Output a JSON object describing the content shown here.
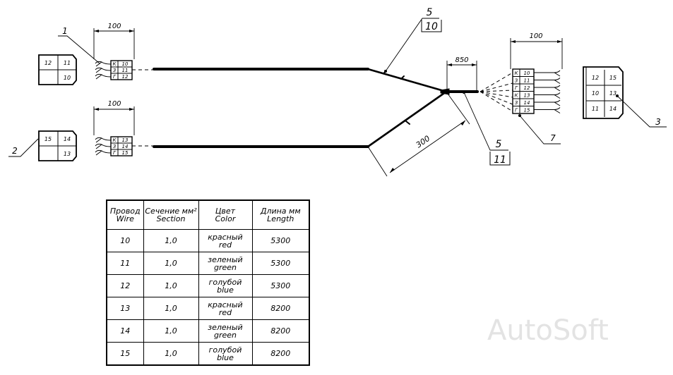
{
  "diagram": {
    "callouts": {
      "c1": "1",
      "c2": "2",
      "c3": "3",
      "c5a_top": "5",
      "c5a_bottom": "10",
      "c5b_top": "5",
      "c5b_bottom": "11",
      "c7": "7"
    },
    "dimensions": {
      "d1": "100",
      "d2": "100",
      "d3": "100",
      "d850": "850",
      "d300": "300"
    },
    "connector1": {
      "cells": [
        "12",
        "11",
        "10"
      ]
    },
    "connector2": {
      "cells": [
        "15",
        "14",
        "13"
      ]
    },
    "connector3": {
      "cells": [
        "12",
        "15",
        "10",
        "13",
        "11",
        "14"
      ]
    },
    "terminals_top": [
      {
        "code": "К",
        "num": "10"
      },
      {
        "code": "З",
        "num": "11"
      },
      {
        "code": "Г",
        "num": "12"
      }
    ],
    "terminals_bottom": [
      {
        "code": "К",
        "num": "13"
      },
      {
        "code": "З",
        "num": "14"
      },
      {
        "code": "Г",
        "num": "15"
      }
    ],
    "terminals_right": [
      {
        "code": "К",
        "num": "10"
      },
      {
        "code": "З",
        "num": "11"
      },
      {
        "code": "Г",
        "num": "12"
      },
      {
        "code": "К",
        "num": "13"
      },
      {
        "code": "З",
        "num": "14"
      },
      {
        "code": "Г",
        "num": "15"
      }
    ]
  },
  "table": {
    "headers": [
      {
        "ru": "Провод",
        "en": "Wire"
      },
      {
        "ru": "Сечение мм²",
        "en": "Section"
      },
      {
        "ru": "Цвет",
        "en": "Color"
      },
      {
        "ru": "Длина мм",
        "en": "Length"
      }
    ],
    "rows": [
      {
        "wire": "10",
        "section": "1,0",
        "color_ru": "красный",
        "color_en": "red",
        "length": "5300"
      },
      {
        "wire": "11",
        "section": "1,0",
        "color_ru": "зеленый",
        "color_en": "green",
        "length": "5300"
      },
      {
        "wire": "12",
        "section": "1,0",
        "color_ru": "голубой",
        "color_en": "blue",
        "length": "5300"
      },
      {
        "wire": "13",
        "section": "1,0",
        "color_ru": "красный",
        "color_en": "red",
        "length": "8200"
      },
      {
        "wire": "14",
        "section": "1,0",
        "color_ru": "зеленый",
        "color_en": "green",
        "length": "8200"
      },
      {
        "wire": "15",
        "section": "1,0",
        "color_ru": "голубой",
        "color_en": "blue",
        "length": "8200"
      }
    ]
  },
  "watermark": "AutoSoft"
}
